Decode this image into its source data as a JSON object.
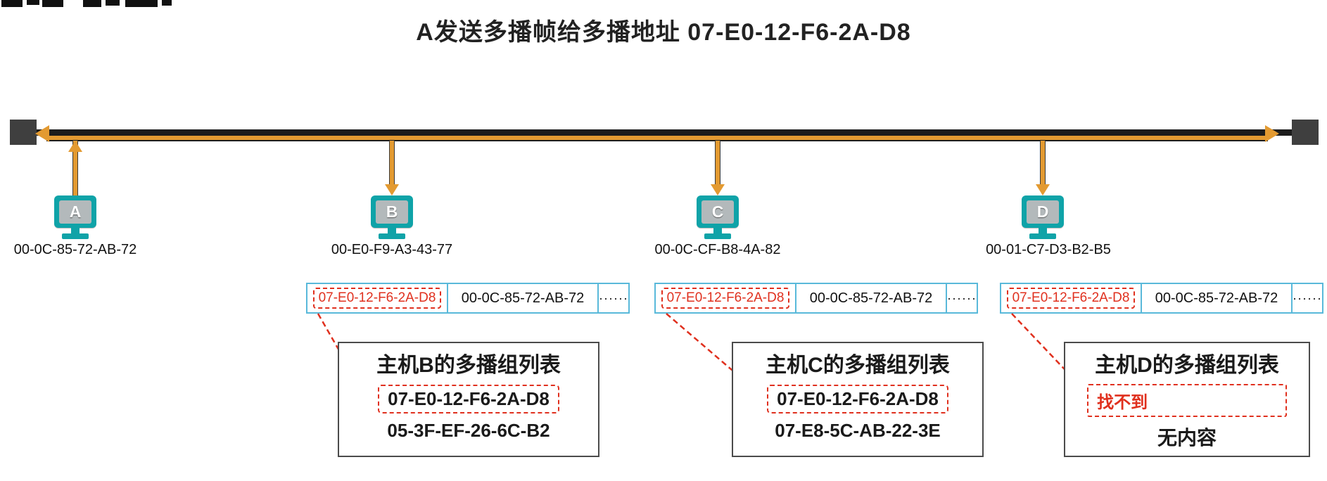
{
  "title": "A发送多播帧给多播地址  07-E0-12-F6-2A-D8",
  "hosts": [
    {
      "label": "A",
      "mac": "00-0C-85-72-AB-72",
      "role": "sender"
    },
    {
      "label": "B",
      "mac": "00-E0-F9-A3-43-77",
      "role": "receiver"
    },
    {
      "label": "C",
      "mac": "00-0C-CF-B8-4A-82",
      "role": "receiver"
    },
    {
      "label": "D",
      "mac": "00-01-C7-D3-B2-B5",
      "role": "receiver"
    }
  ],
  "frames": [
    {
      "dest": "07-E0-12-F6-2A-D8",
      "src": "00-0C-85-72-AB-72",
      "more": "······"
    },
    {
      "dest": "07-E0-12-F6-2A-D8",
      "src": "00-0C-85-72-AB-72",
      "more": "······"
    },
    {
      "dest": "07-E0-12-F6-2A-D8",
      "src": "00-0C-85-72-AB-72",
      "more": "······"
    }
  ],
  "group_lists": [
    {
      "title": "主机B的多播组列表",
      "highlighted_entry": "07-E0-12-F6-2A-D8",
      "other_entry": "05-3F-EF-26-6C-B2"
    },
    {
      "title": "主机C的多播组列表",
      "highlighted_entry": "07-E0-12-F6-2A-D8",
      "other_entry": "07-E8-5C-AB-22-3E"
    },
    {
      "title": "主机D的多播组列表",
      "not_found_label": "找不到",
      "empty_label": "无内容"
    }
  ],
  "colors": {
    "arrow_orange": "#E39A31",
    "host_teal": "#0FA3A8",
    "frame_border_blue": "#59B9DA",
    "highlight_red": "#E0301E",
    "bus_black": "#1C1C1C"
  }
}
